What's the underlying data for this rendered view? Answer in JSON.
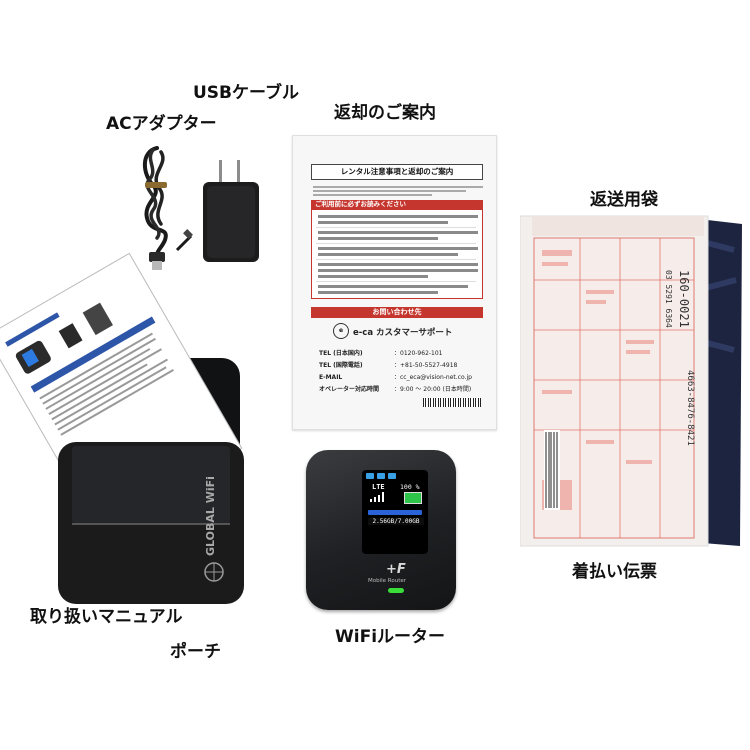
{
  "labels": {
    "usb_cable": "USBケーブル",
    "ac_adapter": "ACアダプター",
    "return_guide": "返却のご案内",
    "return_bag": "返送用袋",
    "cod_slip": "着払い伝票",
    "manual": "取り扱いマニュアル",
    "pouch": "ポーチ",
    "router": "WiFiルーター"
  },
  "guide_doc": {
    "header": "レンタル注意事項と返却のご案内",
    "warning_bar": "ご利用前に必ずお読みください",
    "contact_bar": "お問い合わせ先",
    "brand": "e-ca カスタマーサポート",
    "rows": [
      {
        "k": "TEL (日本国内)",
        "v": "：0120-962-101"
      },
      {
        "k": "TEL (国際電話)",
        "v": "：+81-50-5527-4918"
      },
      {
        "k": "E-MAIL",
        "v": "：cc_eca@vision-net.co.jp"
      },
      {
        "k": "オペレーター対応時間",
        "v": "：9:00 ～ 20:00 (日本時間)"
      }
    ]
  },
  "slip": {
    "postal_code": "160-0021",
    "phone": "03 5291 6364",
    "tracking": "4663-8476-8421"
  },
  "pouch": {
    "brand": "GLOBAL WiFi"
  },
  "router": {
    "network": "LTE",
    "battery": "100 %",
    "usage": "2.56GB/7.00GB",
    "brand_mark": "+F",
    "model_label": "Mobile Router"
  },
  "colors": {
    "accent_red": "#c5362e",
    "router_body": "#1f2023",
    "pouch_body": "#1b1b1c",
    "screen_blue": "#2a62d8",
    "battery_green": "#2ec44a"
  }
}
